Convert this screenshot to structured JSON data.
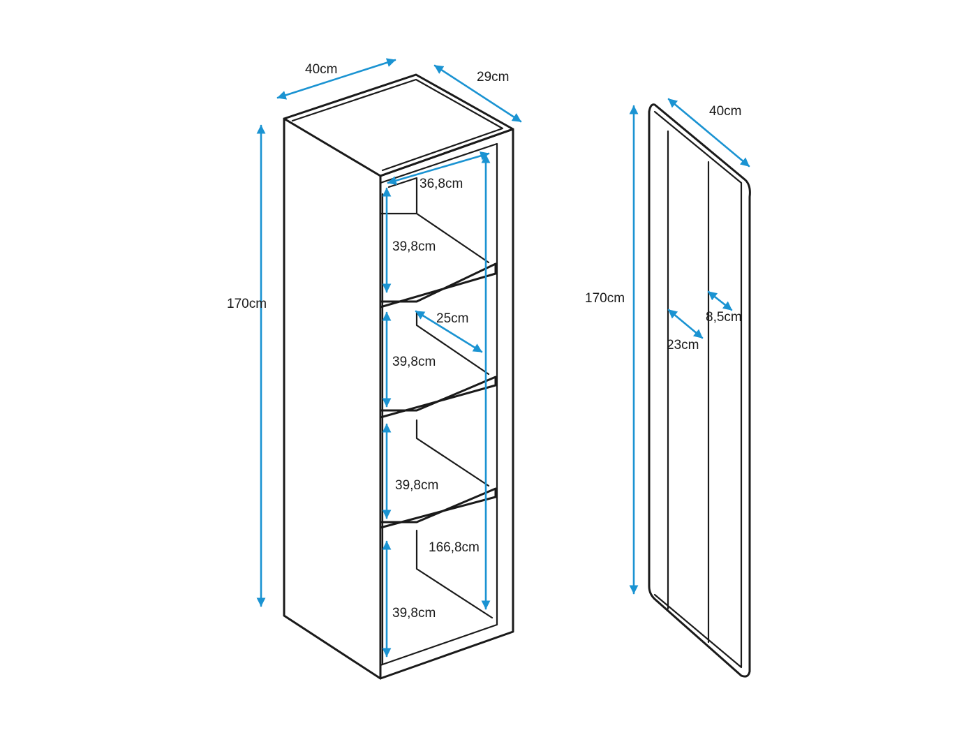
{
  "colors": {
    "line": "#1a1a1a",
    "dimension": "#1a93d2",
    "background": "#ffffff"
  },
  "cabinet": {
    "width_label": "40cm",
    "depth_label": "29cm",
    "height_label": "170cm",
    "inner_width_label": "36,8cm",
    "inner_height_label": "166,8cm",
    "shelf_depth_label": "25cm",
    "compartment_labels": [
      "39,8cm",
      "39,8cm",
      "39,8cm",
      "39,8cm"
    ]
  },
  "door": {
    "width_label": "40cm",
    "height_label": "170cm",
    "groove_spacing_label": "8,5cm",
    "groove_offset_label": "23cm"
  }
}
